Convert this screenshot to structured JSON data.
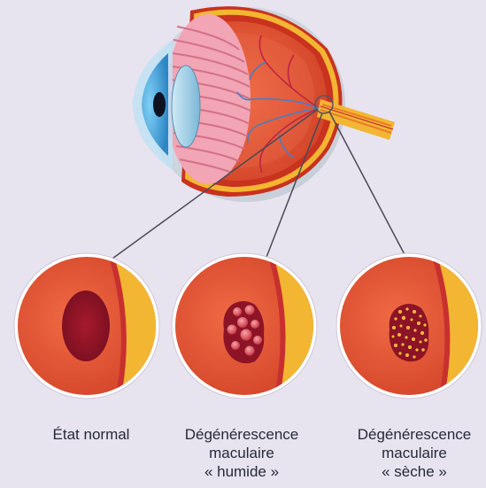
{
  "panels": [
    {
      "id": "normal",
      "lines": [
        "État normal"
      ]
    },
    {
      "id": "humide",
      "lines": [
        "Dégénérescence",
        "maculaire",
        "« humide »"
      ]
    },
    {
      "id": "seche",
      "lines": [
        "Dégénérescence",
        "maculaire",
        "« sèche »"
      ]
    }
  ],
  "colors": {
    "background": "#e7e3ef",
    "retina": "#dc4f2f",
    "sclera": "#f3b632",
    "lesion": "#8d1426",
    "drusen": "#f6bd3a",
    "text": "#262a3a"
  }
}
